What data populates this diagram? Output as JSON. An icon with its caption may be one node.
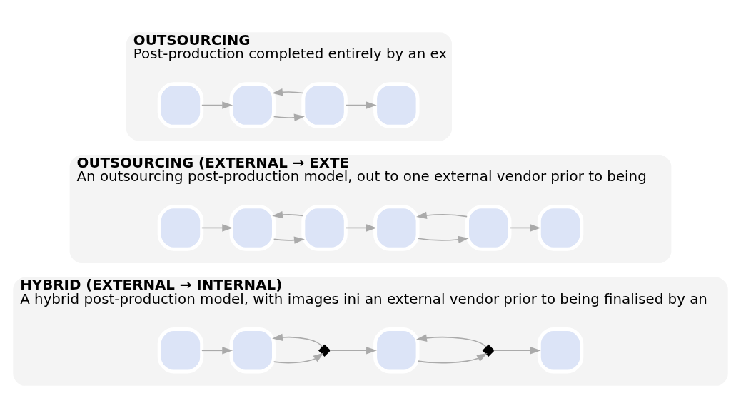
{
  "diagram": {
    "nodes": [
      {
        "text": [
          "OUTSOURCING",
          "Post-production completed entirely by an ex"
        ]
      },
      {
        "text": [],
        "shape": "box",
        "in": 0
      },
      {
        "text": [],
        "shape": "box",
        "in": 0
      },
      {
        "text": [],
        "shape": "box",
        "in": 0
      },
      {
        "text": [],
        "shape": "box",
        "in": 0
      },
      {
        "text": [
          "OUTSOURCING (EXTERNAL → EXTE",
          "An outsourcing post-production model, out to one external vendor prior to being"
        ]
      },
      {
        "text": [],
        "shape": "box",
        "in": 5
      },
      {
        "text": [],
        "shape": "box",
        "in": 5
      },
      {
        "text": [],
        "shape": "box",
        "in": 5
      },
      {
        "text": [],
        "shape": "box",
        "in": 5
      },
      {
        "text": [],
        "shape": "box",
        "in": 5
      },
      {
        "text": [],
        "shape": "box",
        "in": 5
      },
      {
        "text": [
          "HYBRID (EXTERNAL → INTERNAL)",
          "A hybrid post-production model, with images ini an external vendor prior to being finalised by an"
        ]
      },
      {
        "text": [],
        "shape": "box",
        "in": 12
      },
      {
        "text": [],
        "shape": "box",
        "in": 12
      },
      {
        "text": [],
        "shape": "diamond",
        "in": 12
      },
      {
        "text": [],
        "shape": "box",
        "in": 12
      },
      {
        "text": [],
        "shape": "diamond",
        "in": 12
      },
      {
        "text": [],
        "shape": "box",
        "in": 12
      }
    ],
    "edges": [
      {
        "from": 1,
        "to": 2,
        "arrow": "to"
      },
      {
        "from": 2,
        "to": 3,
        "arrow": "to"
      },
      {
        "from": 3,
        "to": 2,
        "arrow": "to"
      },
      {
        "from": 3,
        "to": 4,
        "arrow": "to"
      },
      {
        "from": 6,
        "to": 7,
        "arrow": "to"
      },
      {
        "from": 7,
        "to": 8,
        "arrow": "to"
      },
      {
        "from": 8,
        "to": 7,
        "arrow": "to"
      },
      {
        "from": 8,
        "to": 9,
        "arrow": "to"
      },
      {
        "from": 9,
        "to": 10,
        "arrow": "to"
      },
      {
        "from": 10,
        "to": 9,
        "arrow": "to"
      },
      {
        "from": 10,
        "to": 11,
        "arrow": "to"
      },
      {
        "from": 13,
        "to": 14,
        "arrow": "to"
      },
      {
        "from": 14,
        "to": 15,
        "arrow": "to"
      },
      {
        "from": 15,
        "to": 14,
        "arrow": "to"
      },
      {
        "from": 15,
        "to": 16,
        "arrow": "to"
      },
      {
        "from": 16,
        "to": 17,
        "arrow": "to"
      },
      {
        "from": 17,
        "to": 16,
        "arrow": "to"
      },
      {
        "from": 17,
        "to": 18,
        "arrow": "to"
      }
    ]
  }
}
